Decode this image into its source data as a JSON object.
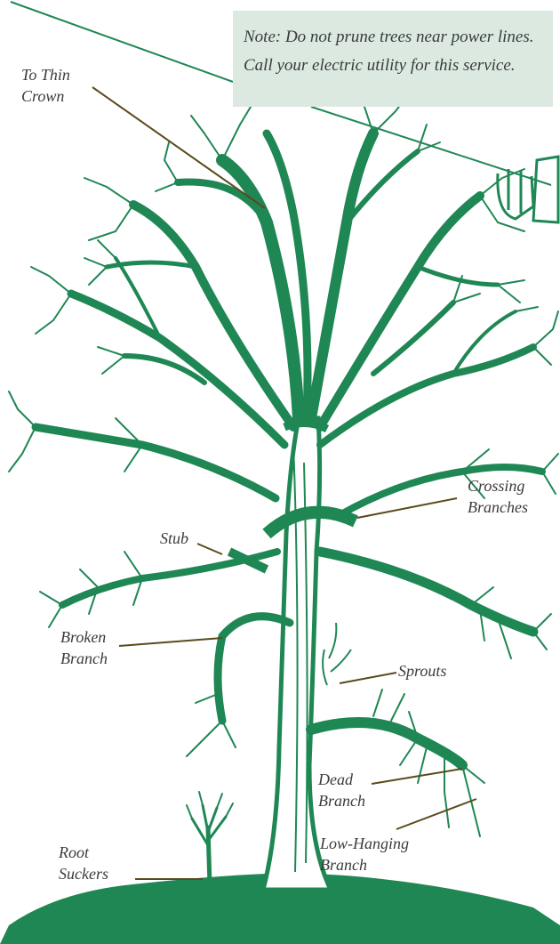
{
  "note": {
    "text": "Note: Do not prune trees near power lines. Call your electric utility for this service."
  },
  "labels": {
    "thin_crown": [
      "To Thin",
      "Crown"
    ],
    "crossing": [
      "Crossing",
      "Branches"
    ],
    "stub": "Stub",
    "broken": [
      "Broken",
      "Branch"
    ],
    "sprouts": "Sprouts",
    "dead": [
      "Dead",
      "Branch"
    ],
    "low_hanging": [
      "Low-Hanging",
      "Branch"
    ],
    "root_suckers": [
      "Root",
      "Suckers"
    ]
  },
  "colors": {
    "tree": "#1f8754",
    "leader": "#5a4a1c",
    "note_bg": "#dbe9e1",
    "text": "#3b3b3b"
  }
}
